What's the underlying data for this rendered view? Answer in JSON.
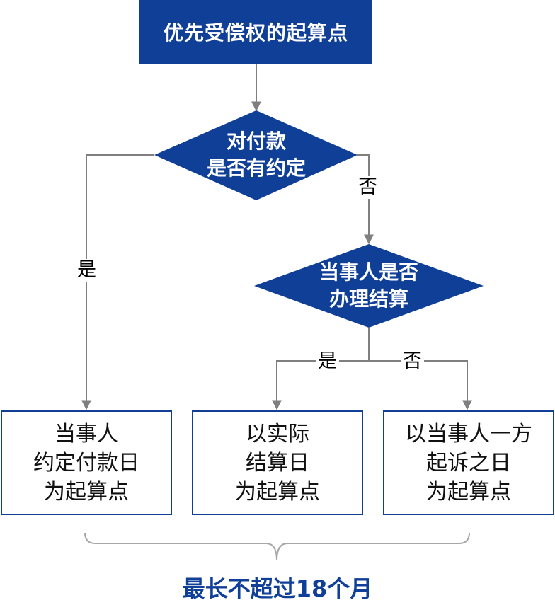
{
  "title": "优先受偿权的起算点",
  "decision1": {
    "text": "对付款\n是否有约定"
  },
  "decision2": {
    "text": "当事人是否\n办理结算"
  },
  "labels": {
    "d1_yes": "是",
    "d1_no": "否",
    "d2_yes": "是",
    "d2_no": "否"
  },
  "results": [
    {
      "text": "当事人\n约定付款日\n为起算点"
    },
    {
      "text": "以实际\n结算日\n为起算点"
    },
    {
      "text": "以当事人一方\n起诉之日\n为起算点"
    }
  ],
  "footer": "最长不超过18个月",
  "colors": {
    "primary": "#0f3f96",
    "connector": "#7f7f7f",
    "text": "#111111"
  }
}
